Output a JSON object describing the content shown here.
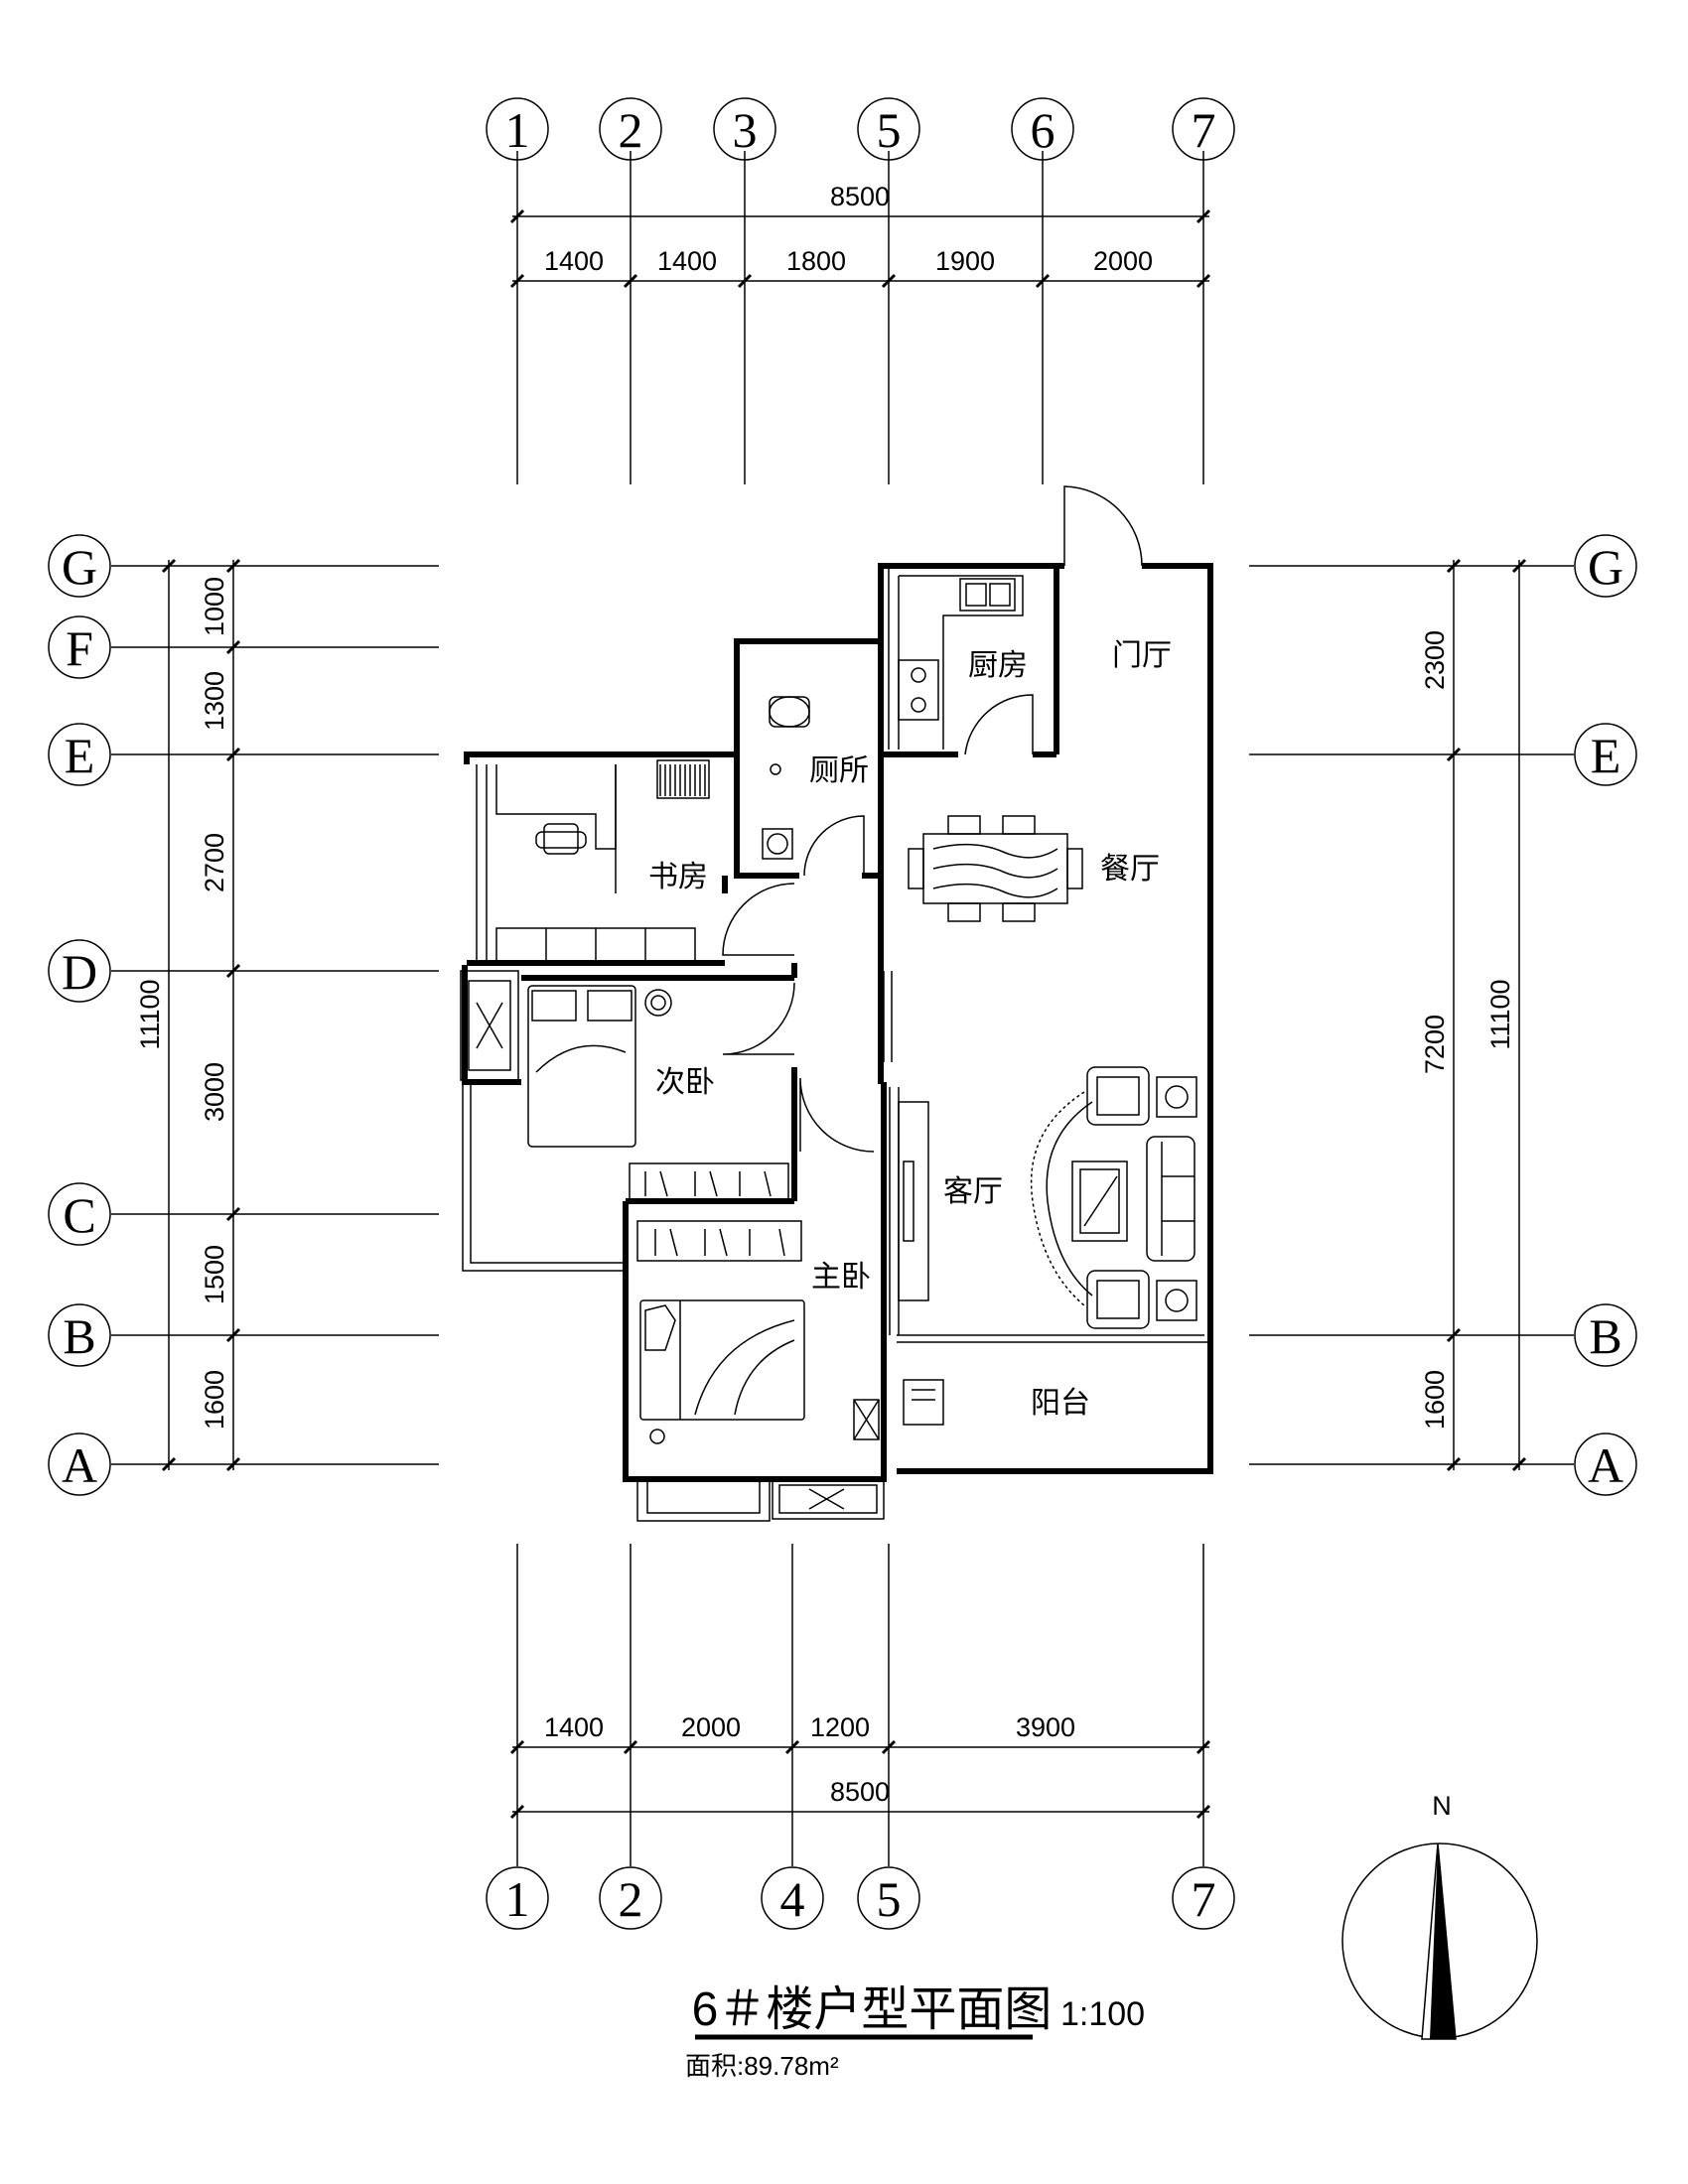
{
  "title": "6＃楼户型平面图",
  "scale": "1:100",
  "area": "面积:89.78m²",
  "north_label": "N",
  "top_axes": [
    "1",
    "2",
    "3",
    "5",
    "6",
    "7"
  ],
  "bottom_axes": [
    "1",
    "2",
    "4",
    "5",
    "7"
  ],
  "side_axes": [
    "G",
    "F",
    "E",
    "D",
    "C",
    "B",
    "A"
  ],
  "top_dims": {
    "total": "8500",
    "segments": [
      "1400",
      "1400",
      "1800",
      "1900",
      "2000"
    ]
  },
  "bottom_dims": {
    "total": "8500",
    "segments": [
      "1400",
      "2000",
      "1200",
      "3900"
    ]
  },
  "left_dims": {
    "total": "11100",
    "segments": [
      "1000",
      "1300",
      "2700",
      "3000",
      "1500",
      "1600"
    ]
  },
  "right_dims": {
    "total": "11100",
    "segments": [
      "2300",
      "7200",
      "1600"
    ]
  },
  "rooms": {
    "kitchen": "厨房",
    "foyer": "门厅",
    "toilet": "厕所",
    "study": "书房",
    "dining": "餐厅",
    "second_bedroom": "次卧",
    "living": "客厅",
    "master_bedroom": "主卧",
    "balcony": "阳台"
  }
}
